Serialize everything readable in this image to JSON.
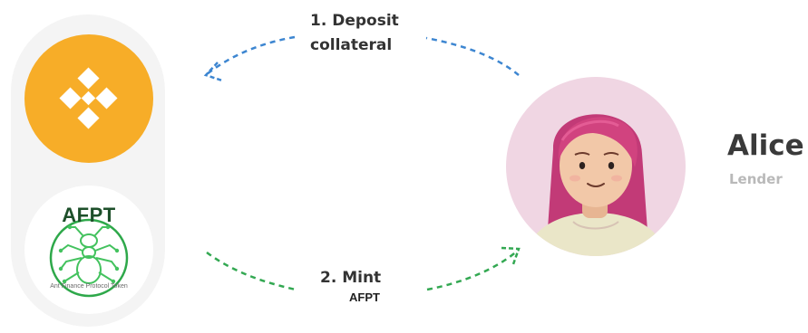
{
  "tokens": {
    "collateral": {
      "icon": "bnb-logo-icon",
      "color": "#f7ad28"
    },
    "minted": {
      "icon": "afpt-ant-logo-icon",
      "title": "AFPT",
      "subtitle": "Ant Finance Protocol Token",
      "color": "#2ea84a"
    }
  },
  "flow": {
    "deposit": {
      "line1": "1. Deposit",
      "line2": "collateral",
      "arrow_color": "#3d86d1"
    },
    "mint": {
      "line1": "2. Mint",
      "token": "AFPT",
      "arrow_color": "#33a852"
    }
  },
  "user": {
    "name": "Alice",
    "role": "Lender",
    "avatar_icon": "user-avatar-icon",
    "avatar_bg": "#f0d6e3"
  }
}
